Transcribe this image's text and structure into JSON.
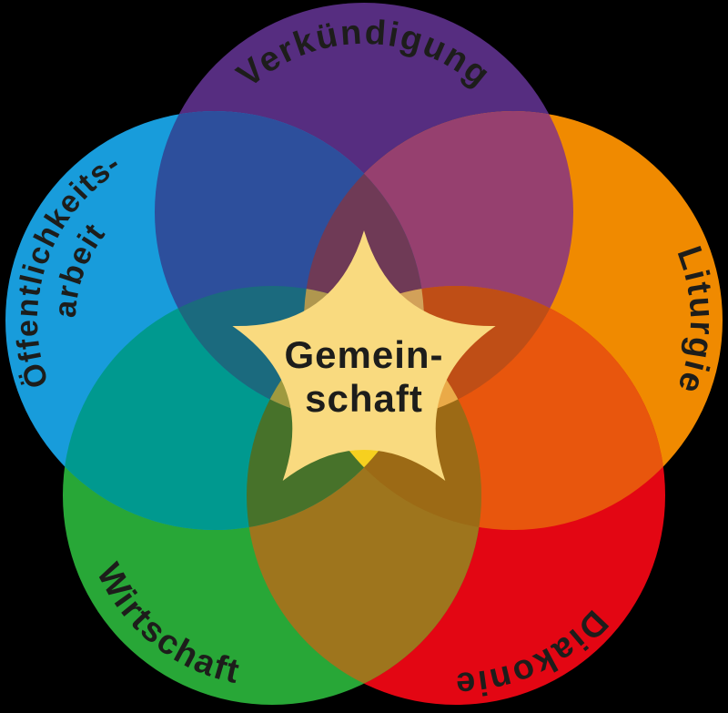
{
  "diagram": {
    "center": {
      "line1": "Gemein-",
      "line2": "schaft"
    },
    "labels": {
      "verkuendigung": "Verkündigung",
      "liturgie": "Liturgie",
      "diakonie": "Diakonie",
      "wirtschaft": "Wirtschaft",
      "oeffentlichkeitsarbeit_line1": "Öffentlichkeits-",
      "oeffentlichkeitsarbeit_line2": "arbeit"
    },
    "colors": {
      "background": "#000000",
      "text": "#1d1d1b",
      "purple": "#562d80",
      "orange": "#f08a00",
      "red": "#e30613",
      "green": "#28a737",
      "blue": "#189cdb",
      "overlap_purple_orange": "#96406f",
      "overlap_orange_red": "#e8560d",
      "overlap_red_green": "#9e751d",
      "overlap_green_blue": "#00998f",
      "overlap_blue_purple": "#2d4f9c",
      "triple_top": "#6f3a56",
      "triple_right": "#bf4e16",
      "triple_bottom_right": "#9c6a15",
      "triple_bottom_left": "#47722a",
      "triple_left": "#1b6a7e",
      "petal_upper_left": "#b0974e",
      "petal_upper_right": "#d2a159",
      "petal_right": "#eaaa48",
      "petal_bottom": "#f6d01f",
      "petal_left": "#9f9a3f",
      "center_star": "#f9da7f"
    }
  }
}
